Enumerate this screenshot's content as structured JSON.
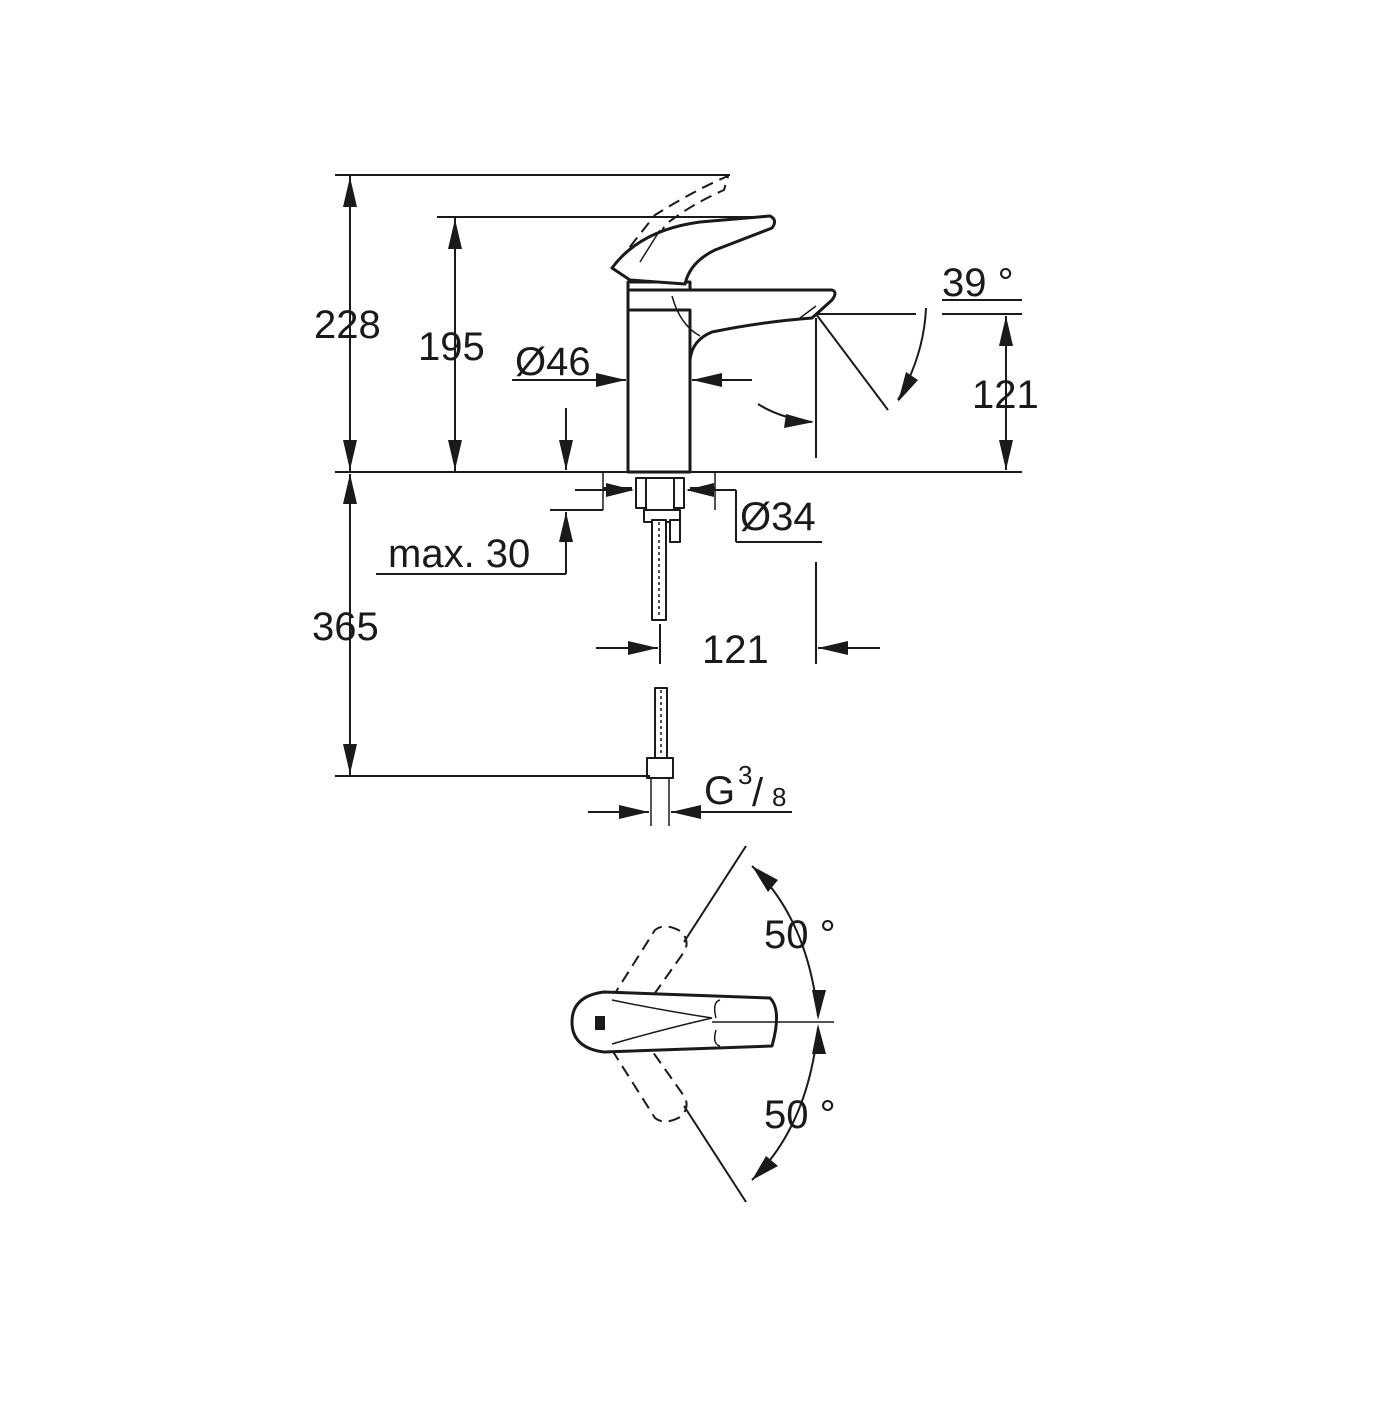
{
  "dimensions": {
    "total_height_raised": "228",
    "height_to_lever": "195",
    "body_diameter": "Ø46",
    "spout_height": "121",
    "spout_angle": "39 °",
    "hole_diameter": "Ø34",
    "max_counter_thickness": "max. 30",
    "hose_length": "365",
    "spout_reach": "121",
    "connection_prefix": "G",
    "connection_numerator": "3",
    "connection_slash": "/",
    "connection_denominator": "8",
    "lever_angle_left": "50 °",
    "lever_angle_right": "50 °"
  }
}
